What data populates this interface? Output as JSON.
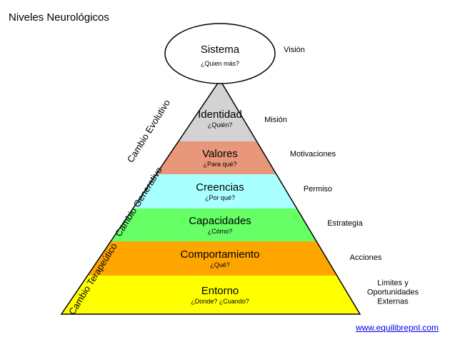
{
  "title": "Niveles Neurológicos",
  "top": {
    "name": "Sistema",
    "question": "¿Quien más?",
    "side": "Visión"
  },
  "levels": [
    {
      "name": "Identidad",
      "question": "¿Quién?",
      "side": "Misión",
      "color": "#d3d3d3"
    },
    {
      "name": "Valores",
      "question": "¿Para qué?",
      "side": "Motivaciones",
      "color": "#e8977a"
    },
    {
      "name": "Creencias",
      "question": "¿Por qué?",
      "side": "Permiso",
      "color": "#aaffff"
    },
    {
      "name": "Capacidades",
      "question": "¿Cómo?",
      "side": "Estrategia",
      "color": "#66ff66"
    },
    {
      "name": "Comportamiento",
      "question": "¿Qué?",
      "side": "Acciones",
      "color": "#ffa500"
    },
    {
      "name": "Entorno",
      "question": "¿Donde? ¿Cuando?",
      "side": "Limites y Oportunidades Externas",
      "color": "#ffff00"
    }
  ],
  "change_labels": {
    "evolutivo": "Cambio Evolutivo",
    "generativo": "Cambio Generativo",
    "terapeutico": "Cambio Terapeútico"
  },
  "link": "www.equilibrepnl.com"
}
